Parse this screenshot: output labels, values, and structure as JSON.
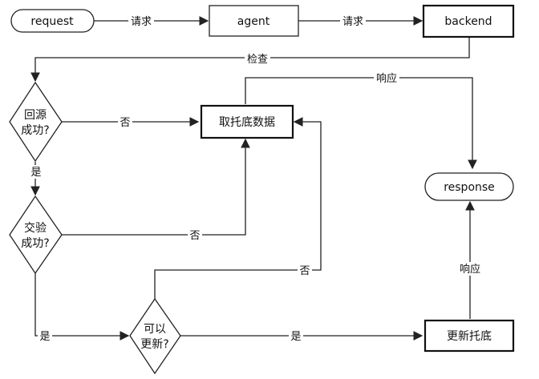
{
  "nodes": {
    "request": "request",
    "agent": "agent",
    "backend": "backend",
    "check_origin": [
      "回源",
      "成功?"
    ],
    "validate": [
      "交验",
      "成功?"
    ],
    "fallback_data": "取托底数据",
    "can_update": [
      "可以",
      "更新?"
    ],
    "update_fallback": "更新托底",
    "response": "response"
  },
  "edges": {
    "req_agent": "请求",
    "agent_backend": "请求",
    "backend_check": "检查",
    "origin_no": "否",
    "origin_yes": "是",
    "validate_no": "否",
    "validate_yes": "是",
    "update_no": "否",
    "update_yes": "是",
    "fallback_response": "响应",
    "update_response": "响应"
  }
}
